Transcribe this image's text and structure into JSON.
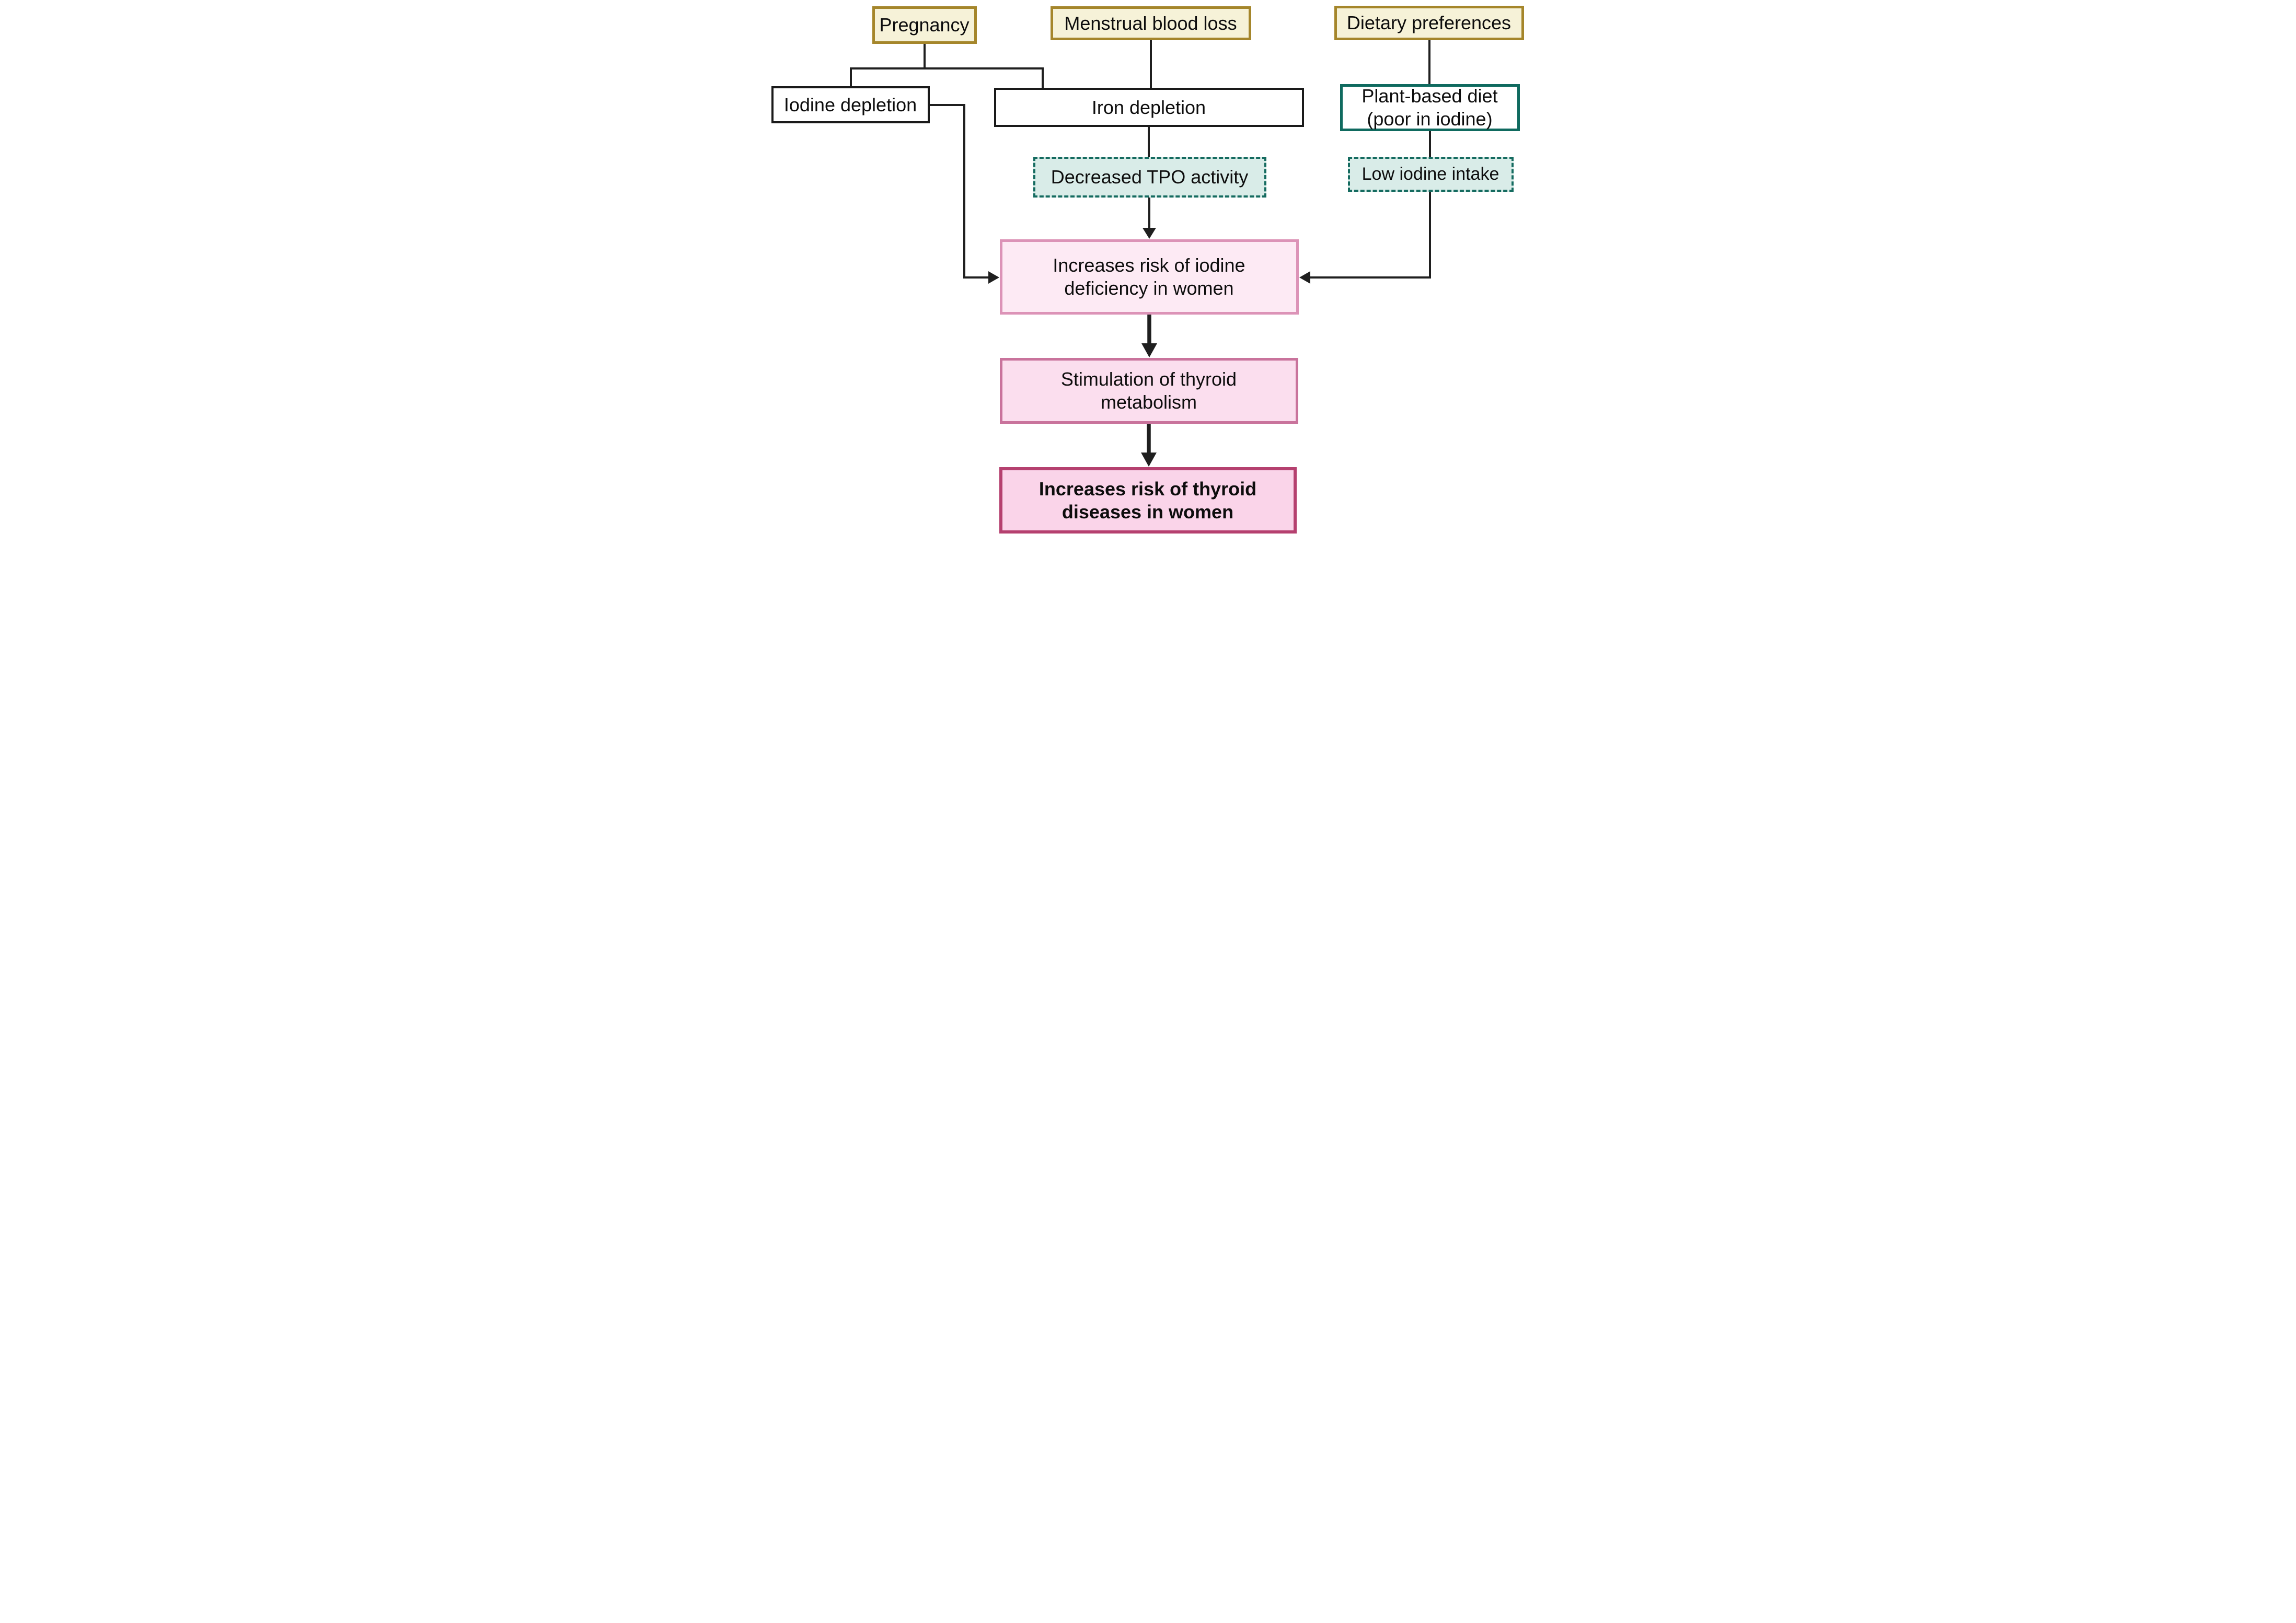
{
  "diagram_type": "flowchart",
  "nodes": {
    "pregnancy": {
      "label": "Pregnancy"
    },
    "menstrual": {
      "label": "Menstrual blood loss"
    },
    "dietary": {
      "label": "Dietary preferences"
    },
    "iodine_depletion": {
      "label": "Iodine depletion"
    },
    "iron_depletion": {
      "label": "Iron depletion"
    },
    "plant_based": {
      "label": "Plant-based diet (poor in iodine)"
    },
    "tpo": {
      "label": "Decreased TPO activity"
    },
    "low_iodine": {
      "label": "Low iodine intake"
    },
    "iodine_deficiency": {
      "label": "Increases risk of iodine deficiency in women"
    },
    "stimulation": {
      "label": "Stimulation of thyroid metabolism"
    },
    "thyroid_disease": {
      "label": "Increases risk of thyroid diseases in women"
    }
  },
  "edges": [
    {
      "from": "pregnancy",
      "to": "iodine_depletion",
      "arrow": false,
      "style": "elbow"
    },
    {
      "from": "pregnancy",
      "to": "iron_depletion",
      "arrow": false,
      "style": "elbow"
    },
    {
      "from": "menstrual",
      "to": "iron_depletion",
      "arrow": false,
      "style": "straight"
    },
    {
      "from": "dietary",
      "to": "plant_based",
      "arrow": false,
      "style": "straight"
    },
    {
      "from": "iron_depletion",
      "to": "tpo",
      "arrow": false,
      "style": "straight"
    },
    {
      "from": "plant_based",
      "to": "low_iodine",
      "arrow": false,
      "style": "straight"
    },
    {
      "from": "tpo",
      "to": "iodine_deficiency",
      "arrow": true,
      "style": "straight"
    },
    {
      "from": "iodine_depletion",
      "to": "iodine_deficiency",
      "arrow": true,
      "style": "elbow"
    },
    {
      "from": "low_iodine",
      "to": "iodine_deficiency",
      "arrow": true,
      "style": "elbow"
    },
    {
      "from": "iodine_deficiency",
      "to": "stimulation",
      "arrow": true,
      "style": "thick"
    },
    {
      "from": "stimulation",
      "to": "thyroid_disease",
      "arrow": true,
      "style": "thick"
    }
  ],
  "colors": {
    "cream_fill": "#f6f2d8",
    "cream_border": "#a5862b",
    "white_fill": "#ffffff",
    "black_border": "#1a1a1a",
    "teal_border": "#0f6a5f",
    "mint_fill": "#d9ece8",
    "mint_border": "#156b60",
    "pink_light_fill": "#fdeaf4",
    "pink_light_border": "#dc93b7",
    "pink_mid_fill": "#fbdeee",
    "pink_mid_border": "#c9739c",
    "pink_dark_fill": "#fad4e9",
    "pink_dark_border": "#b5406f",
    "line": "#1f1f1f",
    "text": "#0d0d0d"
  }
}
